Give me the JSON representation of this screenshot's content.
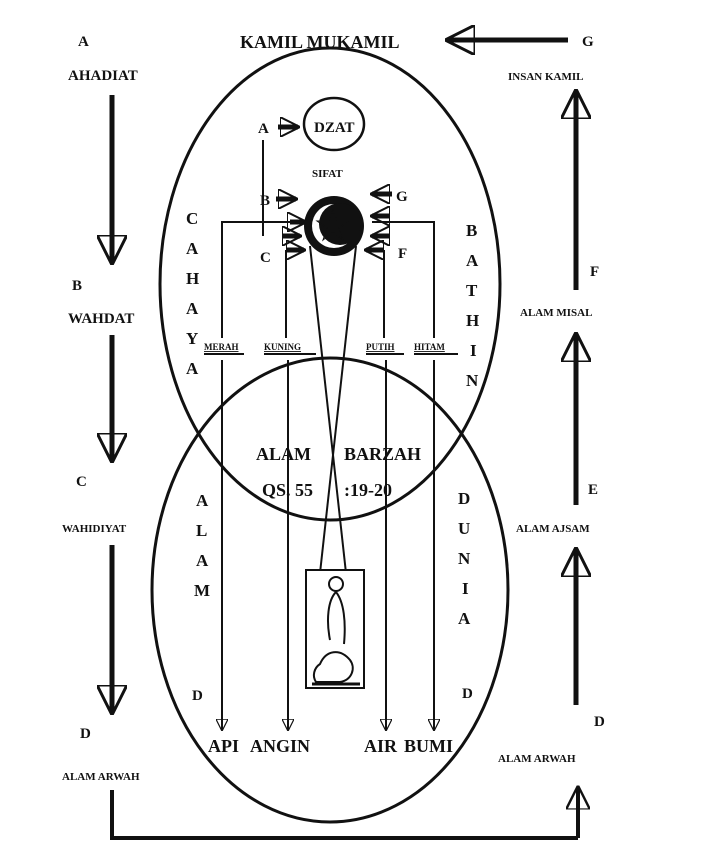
{
  "top": {
    "kamil_mukamil": "KAMIL MUKAMIL"
  },
  "left_column": [
    {
      "letter": "A",
      "name": "AHADIAT"
    },
    {
      "letter": "B",
      "name": "WAHDAT"
    },
    {
      "letter": "C",
      "name": "WAHIDIYAT"
    },
    {
      "letter": "D",
      "name": "ALAM ARWAH"
    }
  ],
  "right_column": [
    {
      "letter": "G",
      "name": "INSAN KAMIL"
    },
    {
      "letter": "F",
      "name": "ALAM MISAL"
    },
    {
      "letter": "E",
      "name": "ALAM AJSAM"
    },
    {
      "letter": "D",
      "name": "ALAM ARWAH"
    }
  ],
  "upper_circle": {
    "dzat": "DZAT",
    "sifat": "SIFAT",
    "letter_a": "A",
    "letter_b": "B",
    "letter_c": "C",
    "letter_g": "G",
    "letter_f": "F",
    "left_vertical": [
      "C",
      "A",
      "H",
      "A",
      "Y",
      "A"
    ],
    "right_vertical": [
      "B",
      "A",
      "T",
      "H",
      "I",
      "N"
    ],
    "colors": [
      "MERAH",
      "KUNING",
      "PUTIH",
      "HITAM"
    ]
  },
  "middle": {
    "alam": "ALAM",
    "barzah": "BARZAH",
    "qs": "QS. 55",
    "verse": ":19-20"
  },
  "lower_circle": {
    "left_vertical": [
      "A",
      "L",
      "A",
      "M"
    ],
    "right_vertical": [
      "D",
      "U",
      "N",
      "I",
      "A"
    ],
    "d_left": "D",
    "d_right": "D",
    "elements": [
      "API",
      "ANGIN",
      "AIR",
      "BUMI"
    ]
  },
  "icons": [
    "crescent-star-icon",
    "seated-figure-icon"
  ]
}
